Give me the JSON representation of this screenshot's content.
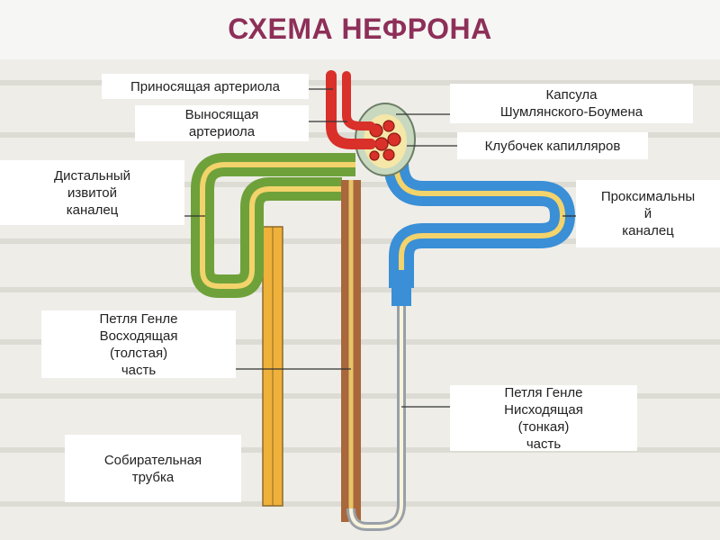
{
  "title": "СХЕМА НЕФРОНА",
  "colors": {
    "title": "#8d2f58",
    "distal_tubule": "#6fa13a",
    "proximal_tubule": "#3a8fd6",
    "tubule_lumen": "#f3d36b",
    "collecting_duct": "#f0b13a",
    "loop_thick": "#a9673c",
    "arteriole": "#d9302a",
    "capsule": "#c9d9c0"
  },
  "labels": {
    "afferent_arteriole": "Приносящая артериола",
    "efferent_arteriole": "Выносящая\nартериола",
    "distal_tubule": "Дистальный\nизвитой\nканалец",
    "loop_ascending": "Петля Генле\nВосходящая\n(толстая)\nчасть",
    "collecting_duct": "Собирательная\nтрубка",
    "capsule": "Капсула\nШумлянского-Боумена",
    "glomerulus": "Клубочек капилляров",
    "proximal_tubule": "Проксимальны\nй\nканалец",
    "loop_descending": "Петля Генле\nНисходящая\n(тонкая)\nчасть"
  }
}
